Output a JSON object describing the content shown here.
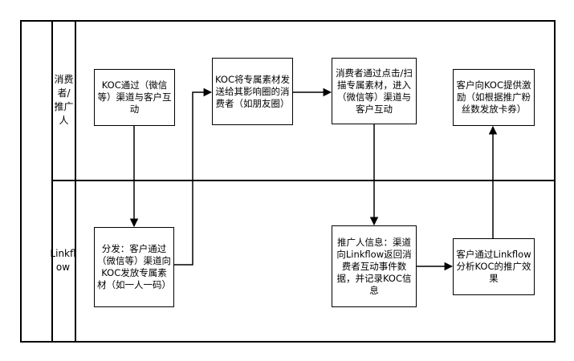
{
  "lanes": [
    {
      "label": "消费者/推广人"
    },
    {
      "label": "Linkflow"
    }
  ],
  "nodes": [
    {
      "id": "n1",
      "text": "KOC通过（微信等）渠道与客户互动"
    },
    {
      "id": "n2",
      "text": "KOC将专属素材发送给其影响圈的消费者（如朋友圈）"
    },
    {
      "id": "n3",
      "text": "消费者通过点击/扫描专属素材，进入（微信等）渠道与客户互动"
    },
    {
      "id": "n4",
      "text": "客户向KOC提供激励（如根据推广粉丝数发放卡券）"
    },
    {
      "id": "n5",
      "text": "分发：客户通过（微信等）渠道向KOC发放专属素材（如一人一码）"
    },
    {
      "id": "n6",
      "text": "推广人信息：渠道向Linkflow返回消费者互动事件数据，并记录KOC信息"
    },
    {
      "id": "n7",
      "text": "客户通过Linkflow分析KOC的推广效果"
    }
  ],
  "edges": [
    {
      "from": "n1",
      "to": "n5"
    },
    {
      "from": "n5",
      "to": "n2"
    },
    {
      "from": "n2",
      "to": "n3"
    },
    {
      "from": "n3",
      "to": "n6"
    },
    {
      "from": "n6",
      "to": "n7"
    },
    {
      "from": "n7",
      "to": "n4"
    }
  ]
}
